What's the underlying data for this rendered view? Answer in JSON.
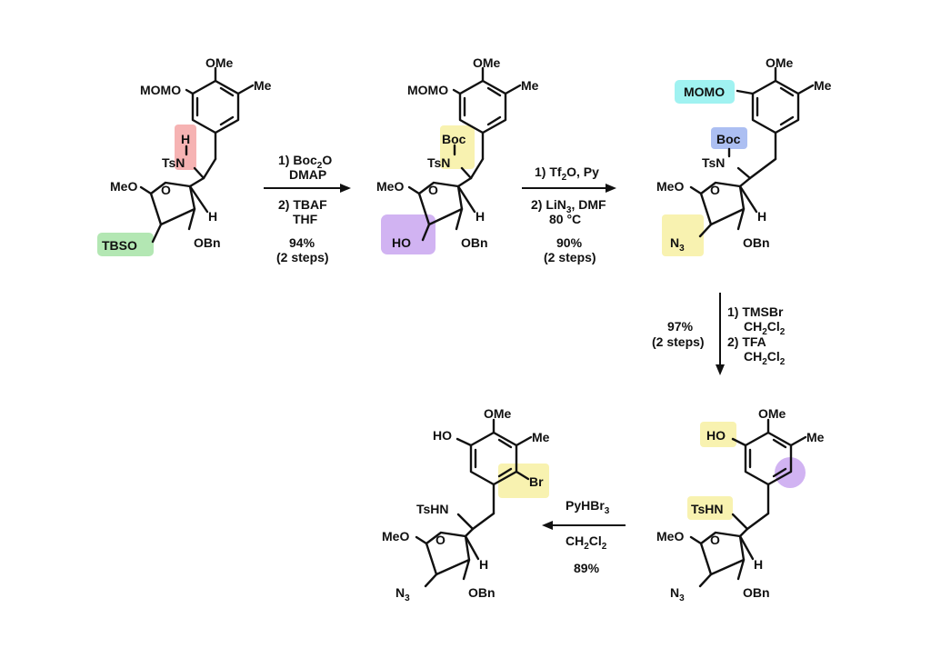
{
  "colors": {
    "red": "#f4a6a6",
    "green": "#a6e3a6",
    "yellow": "#f7f0a2",
    "purple": "#c9a6f0",
    "cyan": "#8ff0ee",
    "blue": "#9eb4f0"
  },
  "compound1": {
    "ome": "OMe",
    "momo": "MOMO",
    "me": "Me",
    "h_top": "H",
    "tsn": "TsN",
    "meo": "MeO",
    "o_ring": "O",
    "h_ring": "H",
    "tbso": "TBSO",
    "obn": "OBn"
  },
  "compound2": {
    "ome": "OMe",
    "momo": "MOMO",
    "me": "Me",
    "boc": "Boc",
    "tsn": "TsN",
    "meo": "MeO",
    "o_ring": "O",
    "h_ring": "H",
    "ho": "HO",
    "obn": "OBn"
  },
  "compound3": {
    "ome": "OMe",
    "momo": "MOMO",
    "me": "Me",
    "boc": "Boc",
    "tsn": "TsN",
    "meo": "MeO",
    "o_ring": "O",
    "h_ring": "H",
    "n3": "N",
    "n3_sub": "3",
    "obn": "OBn"
  },
  "compound4": {
    "ome": "OMe",
    "ho": "HO",
    "me": "Me",
    "tshn": "TsHN",
    "meo": "MeO",
    "o_ring": "O",
    "h_ring": "H",
    "n3": "N",
    "n3_sub": "3",
    "obn": "OBn"
  },
  "compound5": {
    "ome": "OMe",
    "ho": "HO",
    "me": "Me",
    "br": "Br",
    "tshn": "TsHN",
    "meo": "MeO",
    "o_ring": "O",
    "h_ring": "H",
    "n3": "N",
    "n3_sub": "3",
    "obn": "OBn"
  },
  "step1": {
    "line1": "1) Boc",
    "line1_sub": "2",
    "line1_tail": "O",
    "line2": "DMAP",
    "line3": "2) TBAF",
    "line4": "THF",
    "yield": "94%",
    "steps": "(2 steps)"
  },
  "step2": {
    "line1": "1) Tf",
    "line1_sub": "2",
    "line1_tail": "O, Py",
    "line2": "2) LiN",
    "line2_sub": "3",
    "line2_tail": ", DMF",
    "line3": "80 °C",
    "yield": "90%",
    "steps": "(2 steps)"
  },
  "step3": {
    "line1": "1) TMSBr",
    "line2": "CH",
    "line2_sub1": "2",
    "line2_mid": "Cl",
    "line2_sub2": "2",
    "line3": "2) TFA",
    "line4": "CH",
    "line4_sub1": "2",
    "line4_mid": "Cl",
    "line4_sub2": "2",
    "yield": "97%",
    "steps": "(2 steps)"
  },
  "step4": {
    "line1": "PyHBr",
    "line1_sub": "3",
    "line2": "CH",
    "line2_sub1": "2",
    "line2_mid": "Cl",
    "line2_sub2": "2",
    "yield": "89%"
  }
}
